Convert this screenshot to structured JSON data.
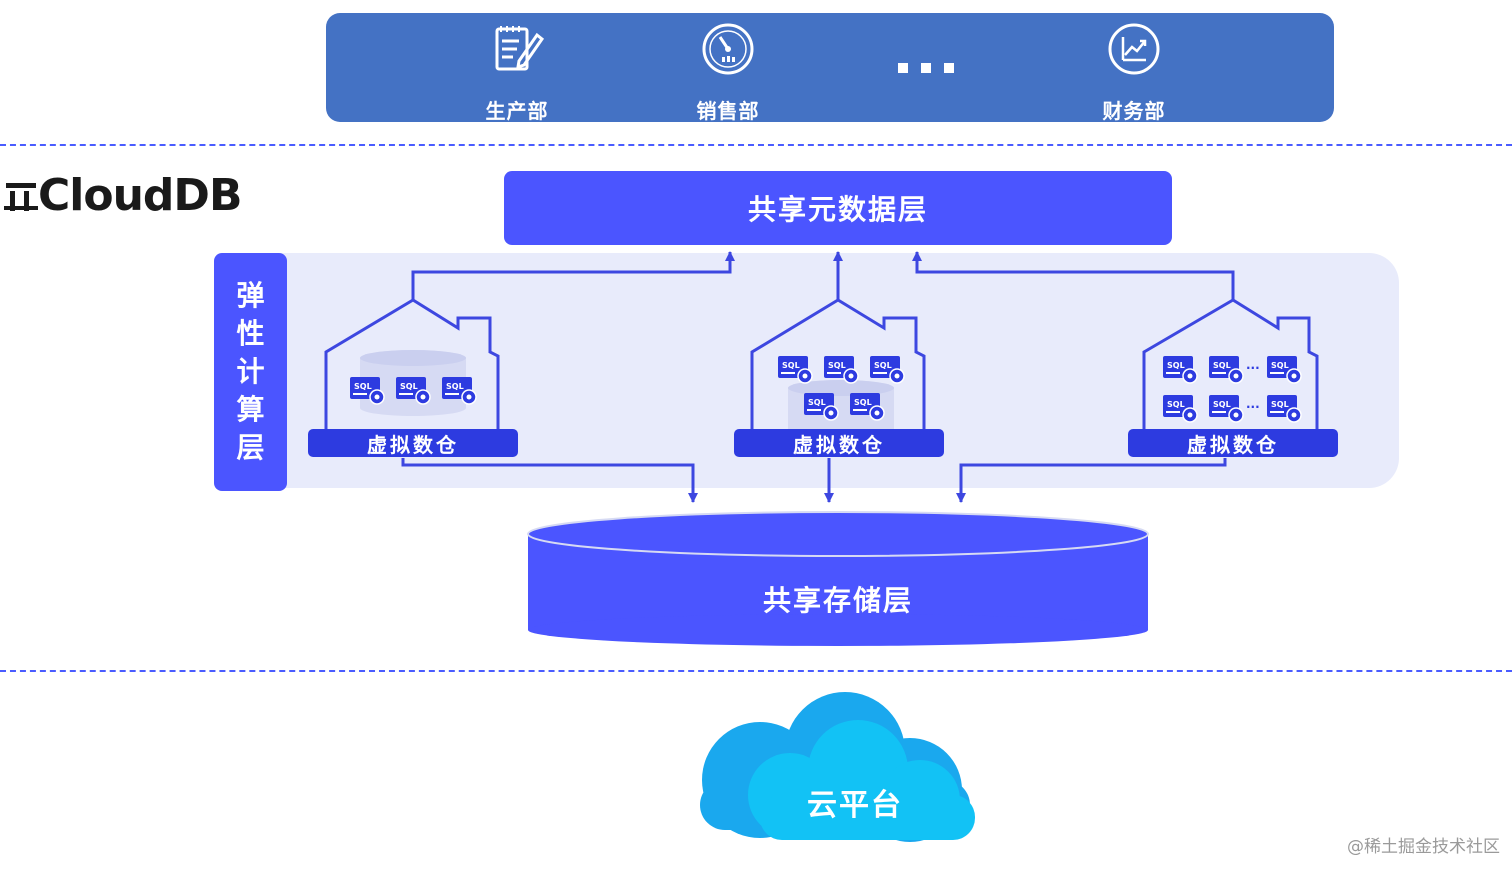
{
  "departments": {
    "items": [
      {
        "label": "生产部",
        "icon": "notepad-pen-icon"
      },
      {
        "label": "销售部",
        "icon": "gauge-icon"
      },
      {
        "label": "财务部",
        "icon": "trend-chart-icon"
      }
    ],
    "ellipsis": "..."
  },
  "logo": {
    "text": "CloudDB"
  },
  "meta_layer": {
    "label": "共享元数据层"
  },
  "compute_layer": {
    "chars": [
      "弹",
      "性",
      "计",
      "算",
      "层"
    ]
  },
  "warehouses": [
    {
      "label": "虚拟数仓"
    },
    {
      "label": "虚拟数仓"
    },
    {
      "label": "虚拟数仓"
    }
  ],
  "sql_badge": "SQL",
  "storage_layer": {
    "label": "共享存储层"
  },
  "cloud": {
    "label": "云平台"
  },
  "watermark": "@稀土掘金技术社区",
  "colors": {
    "dept_bar": "#4472C4",
    "layer_blue": "#4B55FF",
    "warehouse_label": "#2D3BE0",
    "compute_bg": "#E8EBFB",
    "cloud": "#14B4F0",
    "line": "#3D47E0"
  }
}
